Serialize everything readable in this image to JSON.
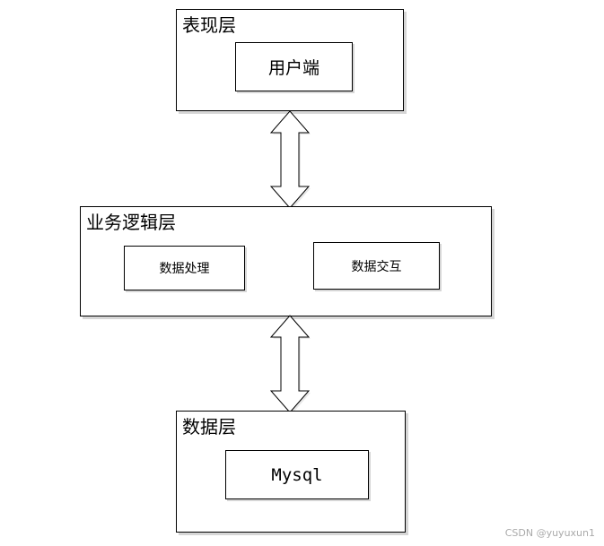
{
  "diagram": {
    "presentation_layer": {
      "title": "表现层",
      "components": [
        "用户端"
      ]
    },
    "business_layer": {
      "title": "业务逻辑层",
      "components": [
        "数据处理",
        "数据交互"
      ]
    },
    "data_layer": {
      "title": "数据层",
      "components": [
        "Mysql"
      ]
    },
    "connections": [
      {
        "from": "表现层",
        "to": "业务逻辑层",
        "type": "bidirectional"
      },
      {
        "from": "业务逻辑层",
        "to": "数据层",
        "type": "bidirectional"
      }
    ]
  },
  "watermark": "CSDN @yuyuxun1"
}
